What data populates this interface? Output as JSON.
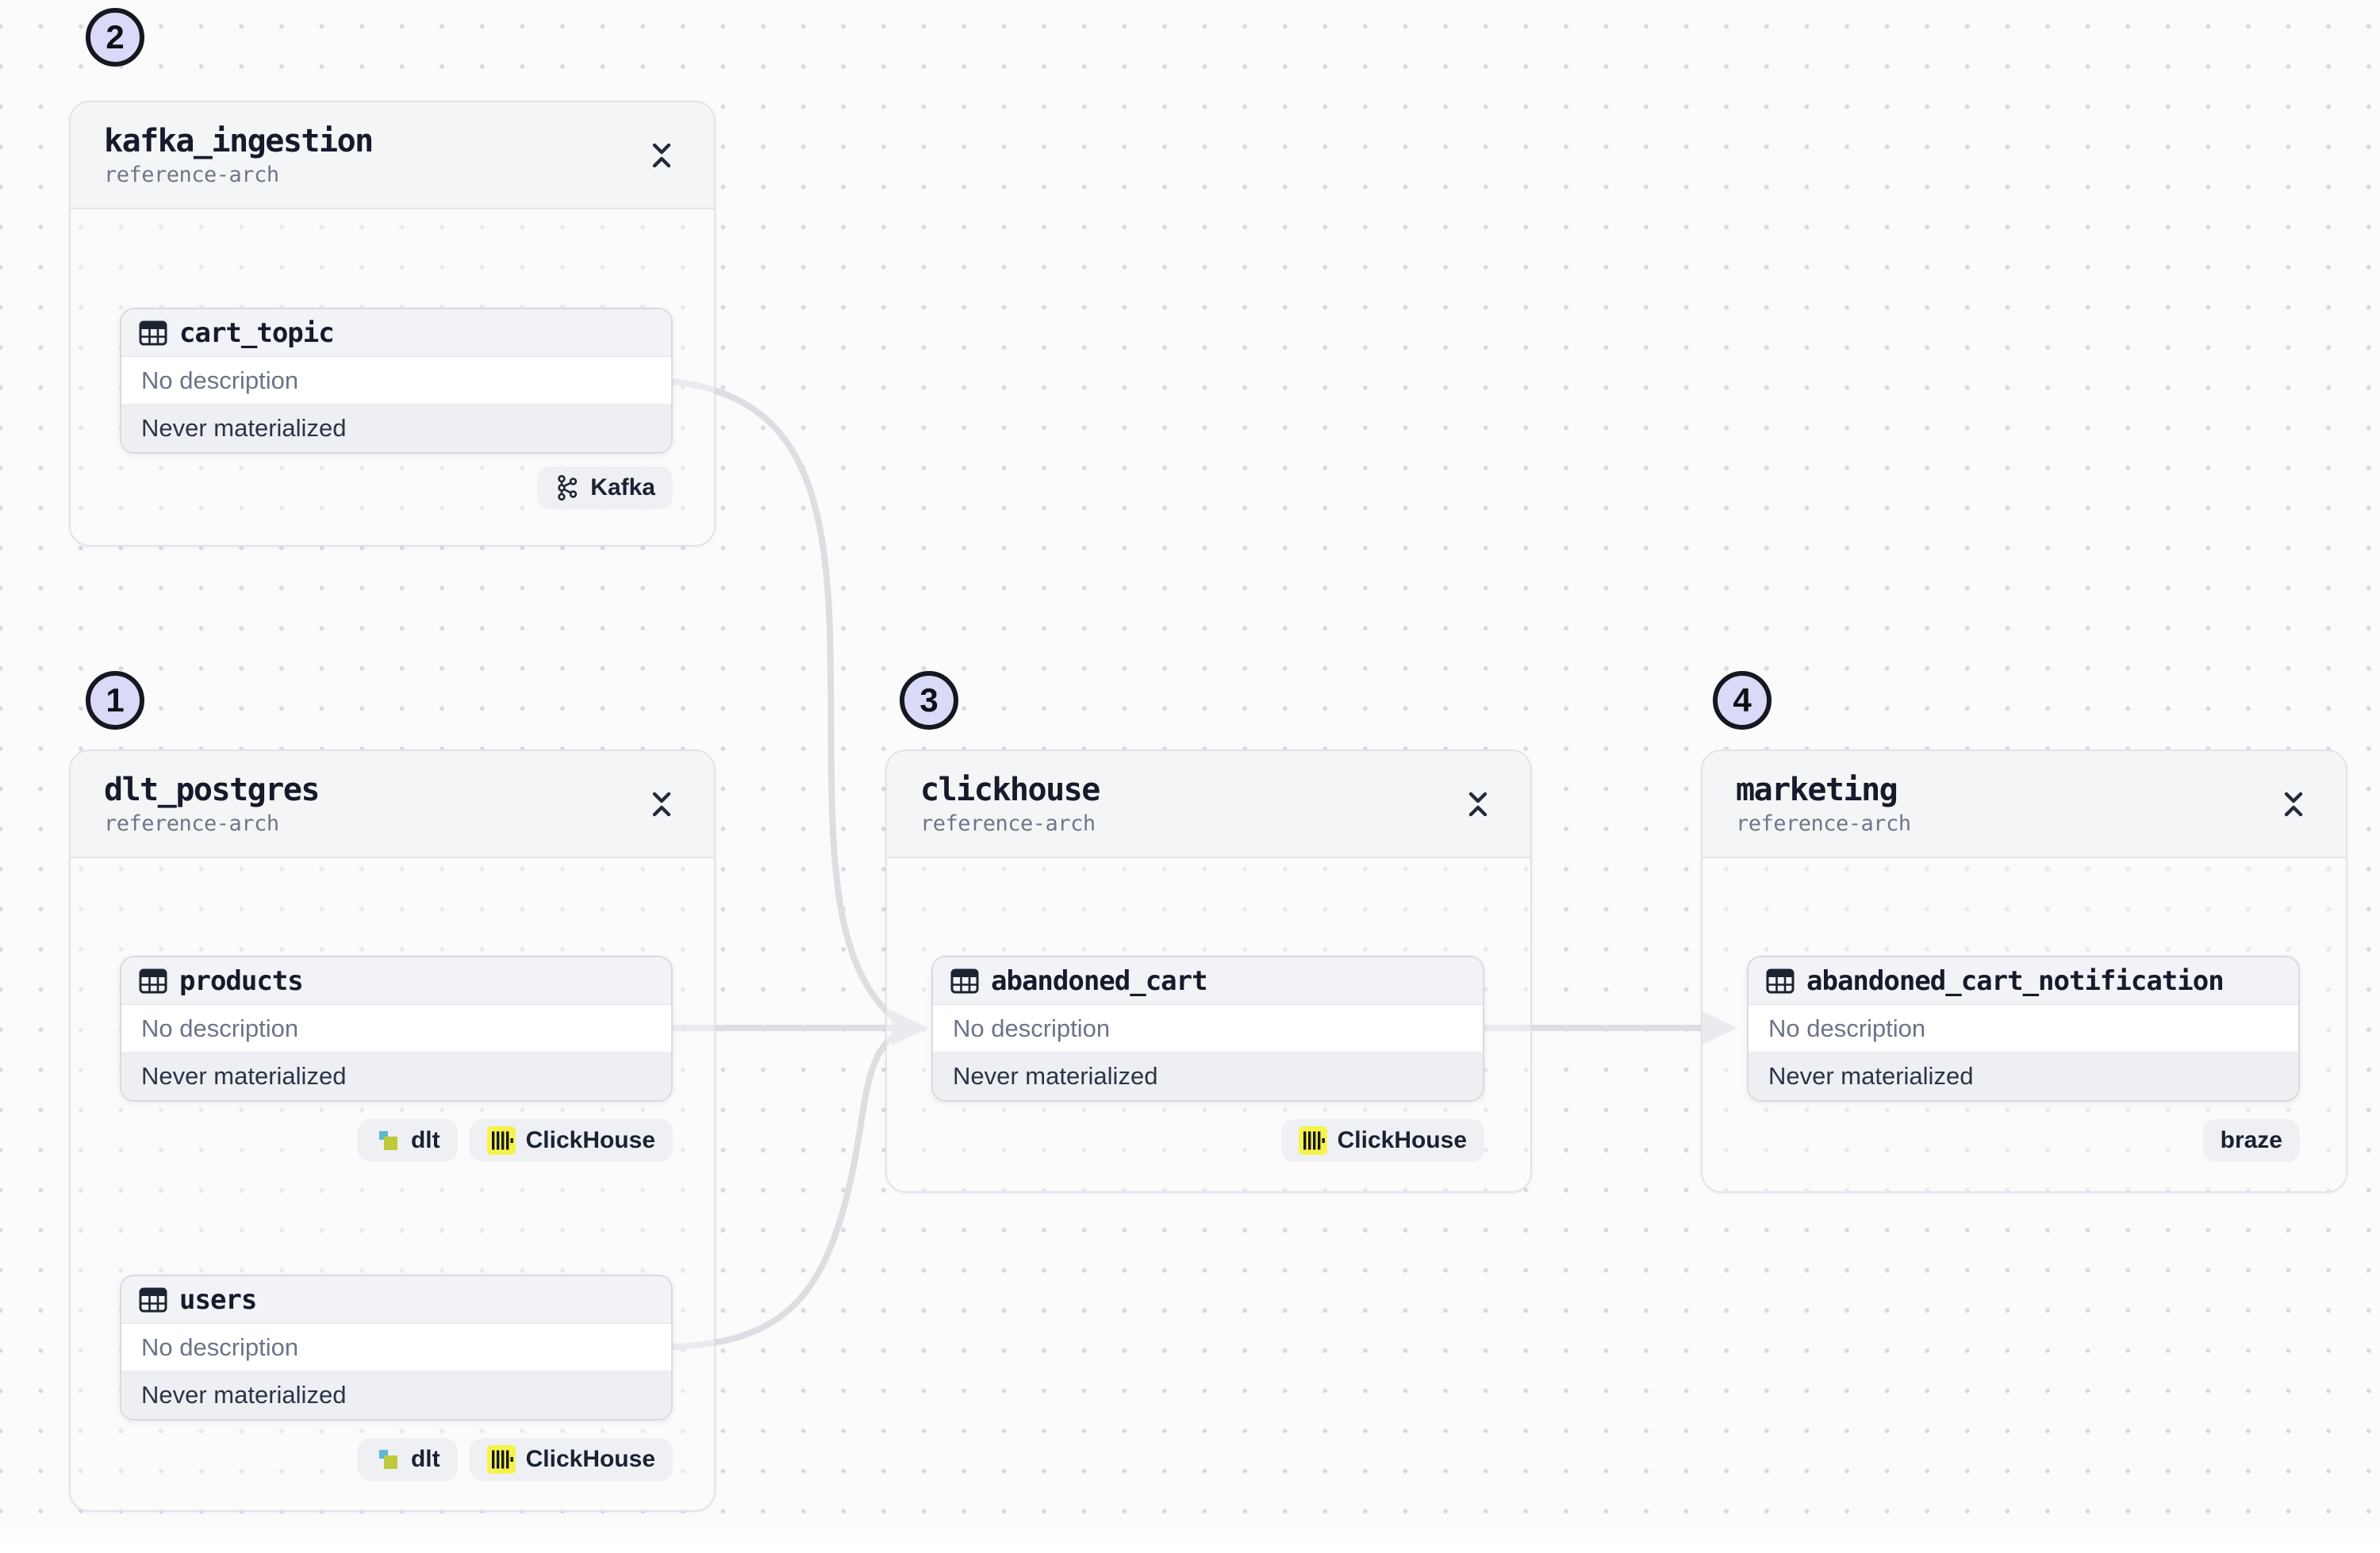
{
  "canvas": {
    "type": "asset-lineage-graph"
  },
  "groups": [
    {
      "step": "2",
      "title": "kafka_ingestion",
      "subtitle": "reference-arch",
      "assets": [
        {
          "name": "cart_topic",
          "description": "No description",
          "status": "Never materialized",
          "tags": [
            {
              "label": "Kafka",
              "icon": "kafka-logo"
            }
          ]
        }
      ]
    },
    {
      "step": "1",
      "title": "dlt_postgres",
      "subtitle": "reference-arch",
      "assets": [
        {
          "name": "products",
          "description": "No description",
          "status": "Never materialized",
          "tags": [
            {
              "label": "dlt",
              "icon": "dlt-logo"
            },
            {
              "label": "ClickHouse",
              "icon": "clickhouse-logo"
            }
          ]
        },
        {
          "name": "users",
          "description": "No description",
          "status": "Never materialized",
          "tags": [
            {
              "label": "dlt",
              "icon": "dlt-logo"
            },
            {
              "label": "ClickHouse",
              "icon": "clickhouse-logo"
            }
          ]
        }
      ]
    },
    {
      "step": "3",
      "title": "clickhouse",
      "subtitle": "reference-arch",
      "assets": [
        {
          "name": "abandoned_cart",
          "description": "No description",
          "status": "Never materialized",
          "tags": [
            {
              "label": "ClickHouse",
              "icon": "clickhouse-logo"
            }
          ]
        }
      ]
    },
    {
      "step": "4",
      "title": "marketing",
      "subtitle": "reference-arch",
      "assets": [
        {
          "name": "abandoned_cart_notification",
          "description": "No description",
          "status": "Never materialized",
          "tags": [
            {
              "label": "braze"
            }
          ]
        }
      ]
    }
  ],
  "edges": [
    {
      "from": "cart_topic",
      "to": "abandoned_cart"
    },
    {
      "from": "products",
      "to": "abandoned_cart"
    },
    {
      "from": "users",
      "to": "abandoned_cart"
    },
    {
      "from": "abandoned_cart",
      "to": "abandoned_cart_notification"
    }
  ],
  "colors": {
    "edge": "#dcdee4",
    "step_badge_fill": "#d8daf7",
    "tag_background": "#eef0f3",
    "clickhouse_yellow": "#f7f34e",
    "dlt_cyan": "#5cb8d5",
    "dlt_olive": "#c0c93e",
    "node_border": "#d8dae1",
    "group_border": "#e2e3e9"
  }
}
